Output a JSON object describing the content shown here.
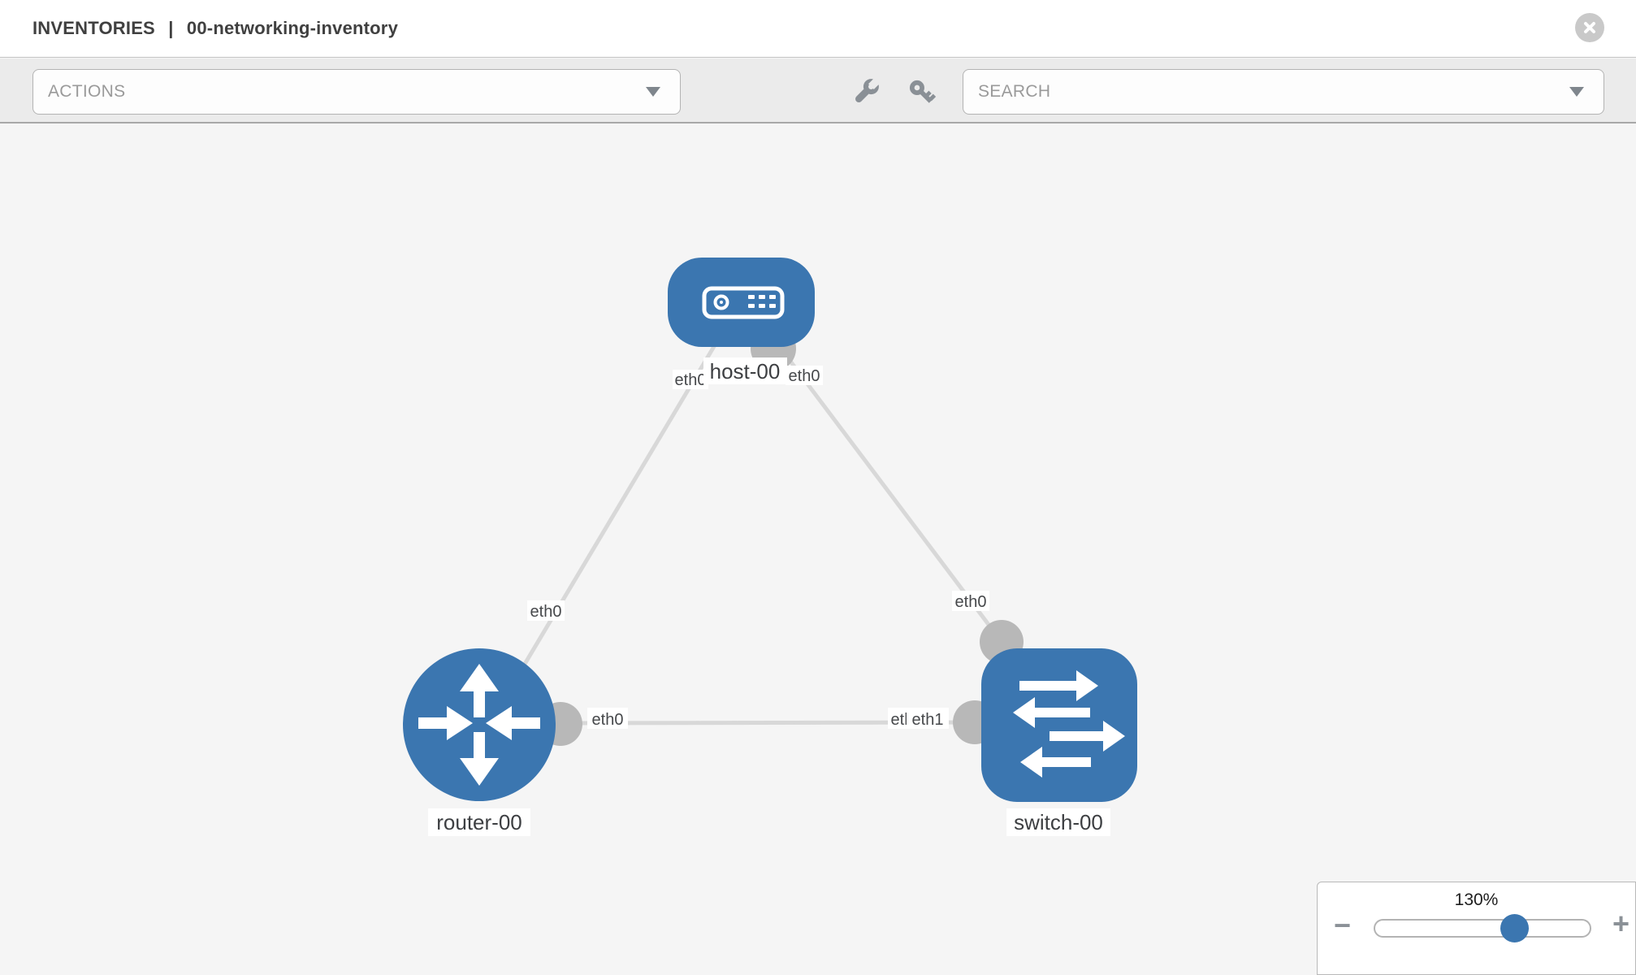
{
  "header": {
    "breadcrumb_section": "INVENTORIES",
    "breadcrumb_separator": "|",
    "breadcrumb_item": "00-networking-inventory"
  },
  "toolbar": {
    "actions_dropdown": {
      "placeholder": "ACTIONS"
    },
    "search_dropdown": {
      "placeholder": "SEARCH"
    },
    "tools": [
      {
        "icon": "wrench-icon"
      },
      {
        "icon": "key-icon"
      }
    ]
  },
  "topology": {
    "nodes": [
      {
        "id": "host-00",
        "type": "host",
        "label": "host-00"
      },
      {
        "id": "router-00",
        "type": "router",
        "label": "router-00"
      },
      {
        "id": "switch-00",
        "type": "switch",
        "label": "switch-00"
      }
    ],
    "links": [
      {
        "from": "host-00",
        "from_if": "eth0",
        "to": "router-00",
        "to_if": "eth0"
      },
      {
        "from": "host-00",
        "from_if": "eth0",
        "to": "switch-00",
        "to_if": "eth0"
      },
      {
        "from": "router-00",
        "from_if": "eth0",
        "to": "switch-00",
        "to_if": "eth1",
        "to_if_back": "eth0"
      }
    ]
  },
  "zoom_control": {
    "level": "130%",
    "minus_label": "−",
    "plus_label": "+"
  },
  "colors": {
    "node_blue": "#3b76b0",
    "connector_gray": "#b8b8b8",
    "link_gray": "#d8d8d8",
    "toolbar_bg": "#ebebeb",
    "canvas_bg": "#f5f5f5"
  }
}
